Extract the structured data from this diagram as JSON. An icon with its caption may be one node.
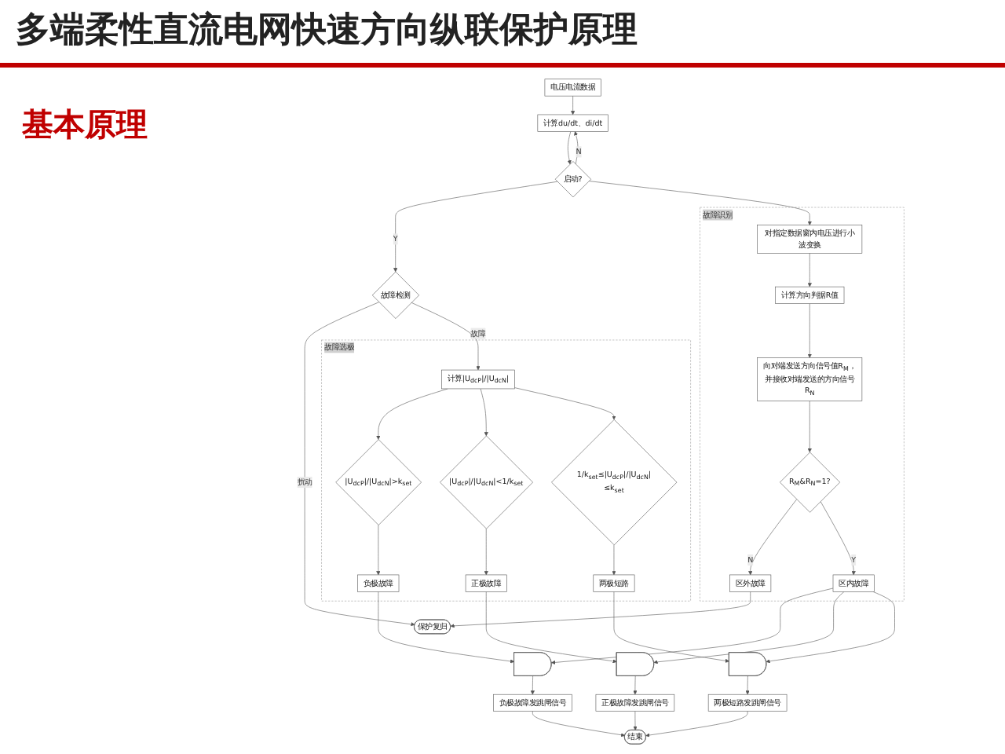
{
  "diagram": {
    "title": "多端柔性直流电网快速方向纵联保护原理",
    "nodes": [
      {
        "text": [
          "电压电流数据"
        ]
      },
      {
        "text": [
          "计算du/dt、di/dt"
        ]
      },
      {
        "text": [
          "启动?"
        ]
      },
      {
        "text": [
          "故障检测"
        ]
      },
      {
        "text": [
          "故障选极"
        ]
      },
      {
        "text": [
          "计算|U$_{dcP}$|/|U$_{dcN}$|"
        ],
        "in": 4
      },
      {
        "text": [
          "|U$_{dcP}$|/|U$_{dcN}$|>k$_{set}$"
        ],
        "in": 4
      },
      {
        "text": [
          "|U$_{dcP}$|/|U$_{dcN}$|<1/k$_{set}$"
        ],
        "in": 4
      },
      {
        "text": [
          "1/k$_{set}$≤|U$_{dcP}$|/|U$_{dcN}$|≤k$_{set}$"
        ],
        "in": 4
      },
      {
        "text": [
          "负极故障"
        ],
        "in": 4
      },
      {
        "text": [
          "正极故障"
        ],
        "in": 4
      },
      {
        "text": [
          "两极短路"
        ],
        "in": 4
      },
      {
        "text": [
          "保护复归"
        ]
      },
      {
        "text": [
          "故障识别"
        ]
      },
      {
        "text": [
          "对指定数据窗内电压进行小波变换"
        ],
        "in": 13
      },
      {
        "text": [
          "计算方向判据R值"
        ],
        "in": 13
      },
      {
        "text": [
          "向对端发送方向信号值R$_{M}$，并接收对端发送的方向信号R$_{N}$"
        ],
        "in": 13
      },
      {
        "text": [
          "R$_{M}$&R$_{N}$=1?"
        ],
        "in": 13
      },
      {
        "text": [
          "区外故障"
        ],
        "in": 13
      },
      {
        "text": [
          "区内故障"
        ],
        "in": 13
      },
      {
        "text": [],
        "shape": "gate"
      },
      {
        "text": [],
        "shape": "gate"
      },
      {
        "text": [],
        "shape": "gate"
      },
      {
        "text": [
          "负极故障发跳闸信号"
        ]
      },
      {
        "text": [
          "正极故障发跳闸信号"
        ]
      },
      {
        "text": [
          "两极短路发跳闸信号"
        ]
      },
      {
        "text": [
          "结束"
        ]
      }
    ],
    "edges": [
      {
        "from": 0,
        "to": 1,
        "arrow": "to"
      },
      {
        "from": 1,
        "to": 2,
        "arrow": "to"
      },
      {
        "from": 2,
        "to": 1,
        "arrow": "to",
        "label": "N"
      },
      {
        "from": 2,
        "to": 3,
        "arrow": "to",
        "label": "Y"
      },
      {
        "from": 2,
        "to": 14,
        "arrow": "to"
      },
      {
        "from": 3,
        "to": 12,
        "arrow": "to",
        "label": "扰动"
      },
      {
        "from": 3,
        "to": 5,
        "arrow": "to",
        "label": "故障"
      },
      {
        "from": 5,
        "to": 6,
        "arrow": "to"
      },
      {
        "from": 5,
        "to": 7,
        "arrow": "to"
      },
      {
        "from": 5,
        "to": 8,
        "arrow": "to"
      },
      {
        "from": 6,
        "to": 9,
        "arrow": "to"
      },
      {
        "from": 7,
        "to": 10,
        "arrow": "to"
      },
      {
        "from": 8,
        "to": 11,
        "arrow": "to"
      },
      {
        "from": 14,
        "to": 15,
        "arrow": "to"
      },
      {
        "from": 15,
        "to": 16,
        "arrow": "to"
      },
      {
        "from": 16,
        "to": 17,
        "arrow": "to"
      },
      {
        "from": 17,
        "to": 18,
        "arrow": "to",
        "label": "N"
      },
      {
        "from": 17,
        "to": 19,
        "arrow": "to",
        "label": "Y"
      },
      {
        "from": 18,
        "to": 12,
        "arrow": "to"
      },
      {
        "from": 9,
        "to": 20,
        "arrow": "to"
      },
      {
        "from": 19,
        "to": 20,
        "arrow": "to"
      },
      {
        "from": 10,
        "to": 21,
        "arrow": "to"
      },
      {
        "from": 19,
        "to": 21,
        "arrow": "to"
      },
      {
        "from": 11,
        "to": 22,
        "arrow": "to"
      },
      {
        "from": 19,
        "to": 22,
        "arrow": "to"
      },
      {
        "from": 20,
        "to": 23,
        "arrow": "to"
      },
      {
        "from": 21,
        "to": 24,
        "arrow": "to"
      },
      {
        "from": 22,
        "to": 25,
        "arrow": "to"
      },
      {
        "from": 23,
        "to": 26,
        "arrow": "to"
      },
      {
        "from": 24,
        "to": 26,
        "arrow": "to"
      },
      {
        "from": 25,
        "to": 26,
        "arrow": "to"
      }
    ],
    "labels": [
      "基本原理"
    ]
  }
}
